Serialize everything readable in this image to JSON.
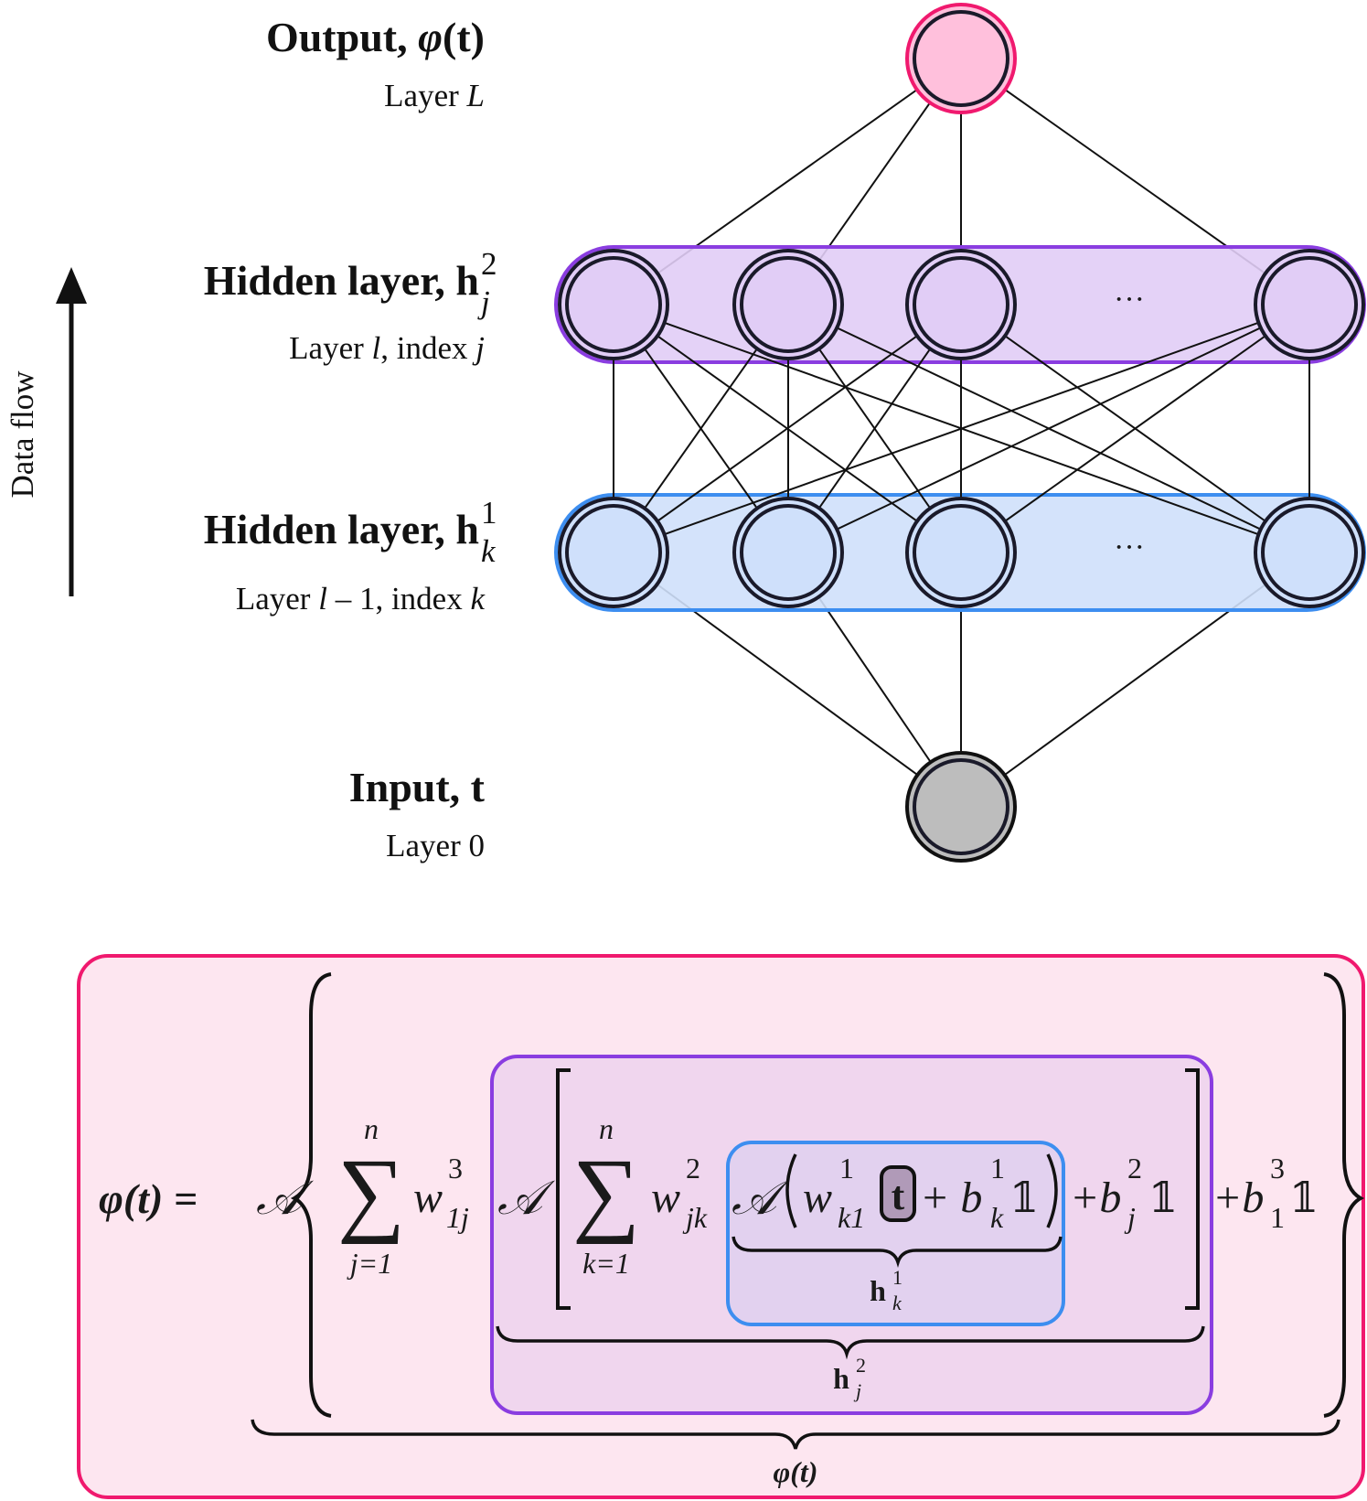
{
  "colors": {
    "output_node": "#ffc0dc",
    "output_stroke": "#f0196e",
    "hidden2_fill": "#e1cdf6",
    "hidden2_stroke": "#8a3de0",
    "hidden1_fill": "#cfe0fb",
    "hidden1_stroke": "#3d8ef0",
    "input_node": "#bdbdbd",
    "eq_outer_fill": "#fde6f0",
    "eq_outer_stroke": "#f0196e",
    "eq_mid_fill": "#f0d6ee",
    "eq_mid_stroke": "#8a3de0",
    "eq_inner_fill": "#e2d1ef",
    "eq_inner_stroke": "#3d8ef0"
  },
  "arrow_label": "Data flow",
  "layers": {
    "output": {
      "title_text": "Output, ",
      "title_sym": "φ",
      "title_arg": "(t)",
      "sub_text": "Layer ",
      "sub_var": "L"
    },
    "hidden2": {
      "title_text": "Hidden layer, h",
      "title_sup": "2",
      "title_sub": "j",
      "sub_pre": "Layer ",
      "sub_var1": "l",
      "sub_mid": ", index ",
      "sub_var2": "j"
    },
    "hidden1": {
      "title_text": "Hidden layer, h",
      "title_sup": "1",
      "title_sub": "k",
      "sub_pre": "Layer ",
      "sub_var1": "l",
      "sub_mid": " – 1, index ",
      "sub_var2": "k"
    },
    "input": {
      "title_text": "Input, t",
      "sub_text": "Layer 0"
    }
  },
  "ellipsis": "···",
  "equation": {
    "lhs": "φ(t) =",
    "activation": "𝒜",
    "sum_symbol": "∑",
    "sum_upper": "n",
    "sum_lower_j": "j=1",
    "sum_lower_k": "k=1",
    "w3": "w",
    "w3_sup": "3",
    "w3_sub": "1j",
    "w2": "w",
    "w2_sup": "2",
    "w2_sub": "jk",
    "w1": "w",
    "w1_sup": "1",
    "w1_sub": "k1",
    "t": "t",
    "plus_b1": "+ b",
    "b1_sup": "1",
    "b1_sub": "k",
    "plus_b2": "+b",
    "b2_sup": "2",
    "b2_sub": "j",
    "plus_b3": "+b",
    "b3_sup": "3",
    "b3_sub": "1",
    "ones": "𝟙",
    "brace_h1": "h",
    "brace_h1_sup": "1",
    "brace_h1_sub": "k",
    "brace_h2": "h",
    "brace_h2_sup": "2",
    "brace_h2_sub": "j",
    "brace_phi": "φ(t)"
  }
}
